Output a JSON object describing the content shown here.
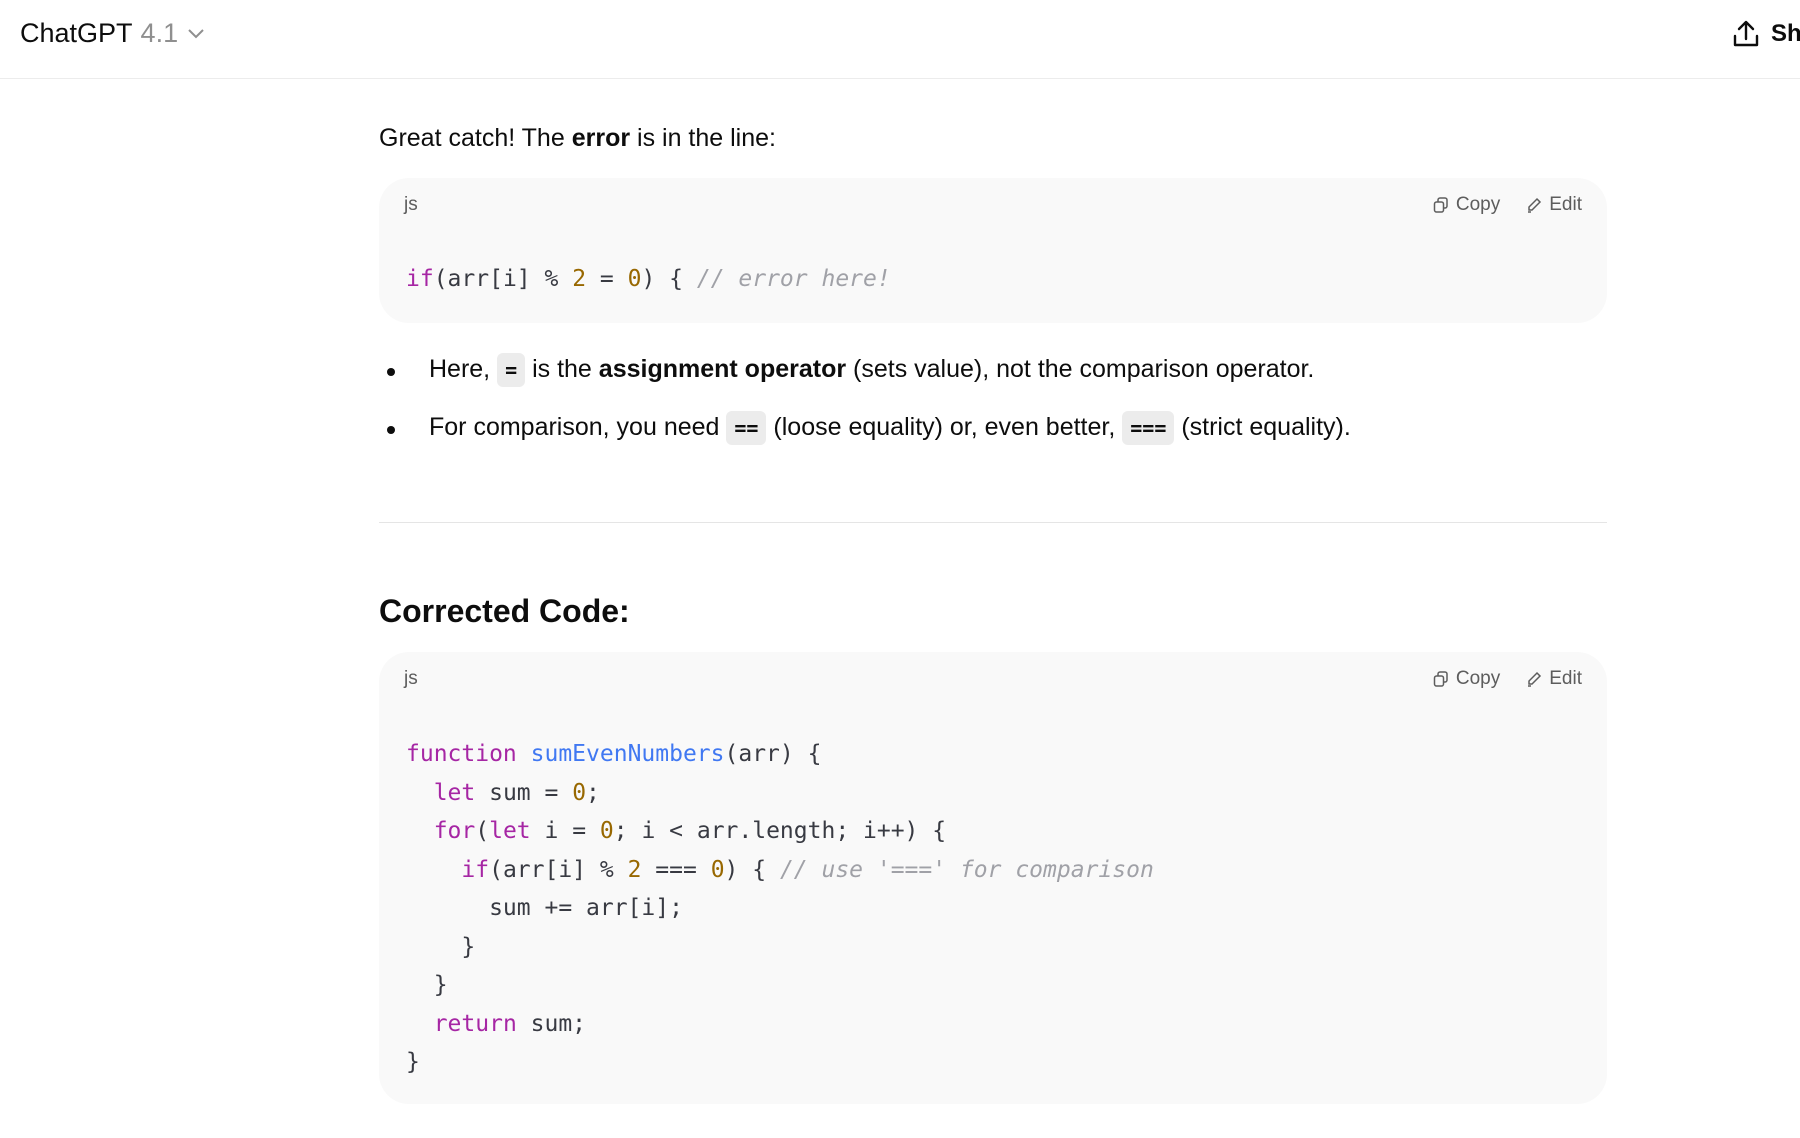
{
  "header": {
    "model_name": "ChatGPT",
    "model_version": "4.1",
    "share_label": "Sh"
  },
  "message": {
    "intro": {
      "before": "Great catch! The ",
      "bold": "error",
      "after": " is in the line:"
    },
    "code1": {
      "lang": "js",
      "copy_label": "Copy",
      "edit_label": "Edit",
      "lines": [
        [
          [
            "k",
            "if"
          ],
          [
            "t",
            "(arr[i] % "
          ],
          [
            "n",
            "2"
          ],
          [
            "t",
            " = "
          ],
          [
            "n",
            "0"
          ],
          [
            "t",
            ") { "
          ],
          [
            "c",
            "// error here!"
          ]
        ]
      ]
    },
    "bullets": [
      {
        "a": "Here, ",
        "code": "=",
        "b": " is the ",
        "bold": "assignment operator",
        "c": " (sets value), not the comparison operator."
      },
      {
        "a": "For comparison, you need ",
        "code": "==",
        "b": " (loose equality) or, even better, ",
        "code2": "===",
        "c": " (strict equality)."
      }
    ],
    "heading": "Corrected Code:",
    "code2": {
      "lang": "js",
      "copy_label": "Copy",
      "edit_label": "Edit",
      "lines": [
        [
          [
            "k",
            "function"
          ],
          [
            "t",
            " "
          ],
          [
            "f",
            "sumEvenNumbers"
          ],
          [
            "t",
            "(arr) {"
          ]
        ],
        [
          [
            "t",
            "  "
          ],
          [
            "k",
            "let"
          ],
          [
            "t",
            " sum = "
          ],
          [
            "n",
            "0"
          ],
          [
            "t",
            ";"
          ]
        ],
        [
          [
            "t",
            "  "
          ],
          [
            "k",
            "for"
          ],
          [
            "t",
            "("
          ],
          [
            "k",
            "let"
          ],
          [
            "t",
            " i = "
          ],
          [
            "n",
            "0"
          ],
          [
            "t",
            "; i < arr.length; i++) {"
          ]
        ],
        [
          [
            "t",
            "    "
          ],
          [
            "k",
            "if"
          ],
          [
            "t",
            "(arr[i] % "
          ],
          [
            "n",
            "2"
          ],
          [
            "t",
            " === "
          ],
          [
            "n",
            "0"
          ],
          [
            "t",
            ") { "
          ],
          [
            "c",
            "// use '===' for comparison"
          ]
        ],
        [
          [
            "t",
            "      sum += arr[i];"
          ]
        ],
        [
          [
            "t",
            "    }"
          ]
        ],
        [
          [
            "t",
            "  }"
          ]
        ],
        [
          [
            "t",
            "  "
          ],
          [
            "k",
            "return"
          ],
          [
            "t",
            " sum;"
          ]
        ],
        [
          [
            "t",
            "}"
          ]
        ]
      ]
    }
  }
}
